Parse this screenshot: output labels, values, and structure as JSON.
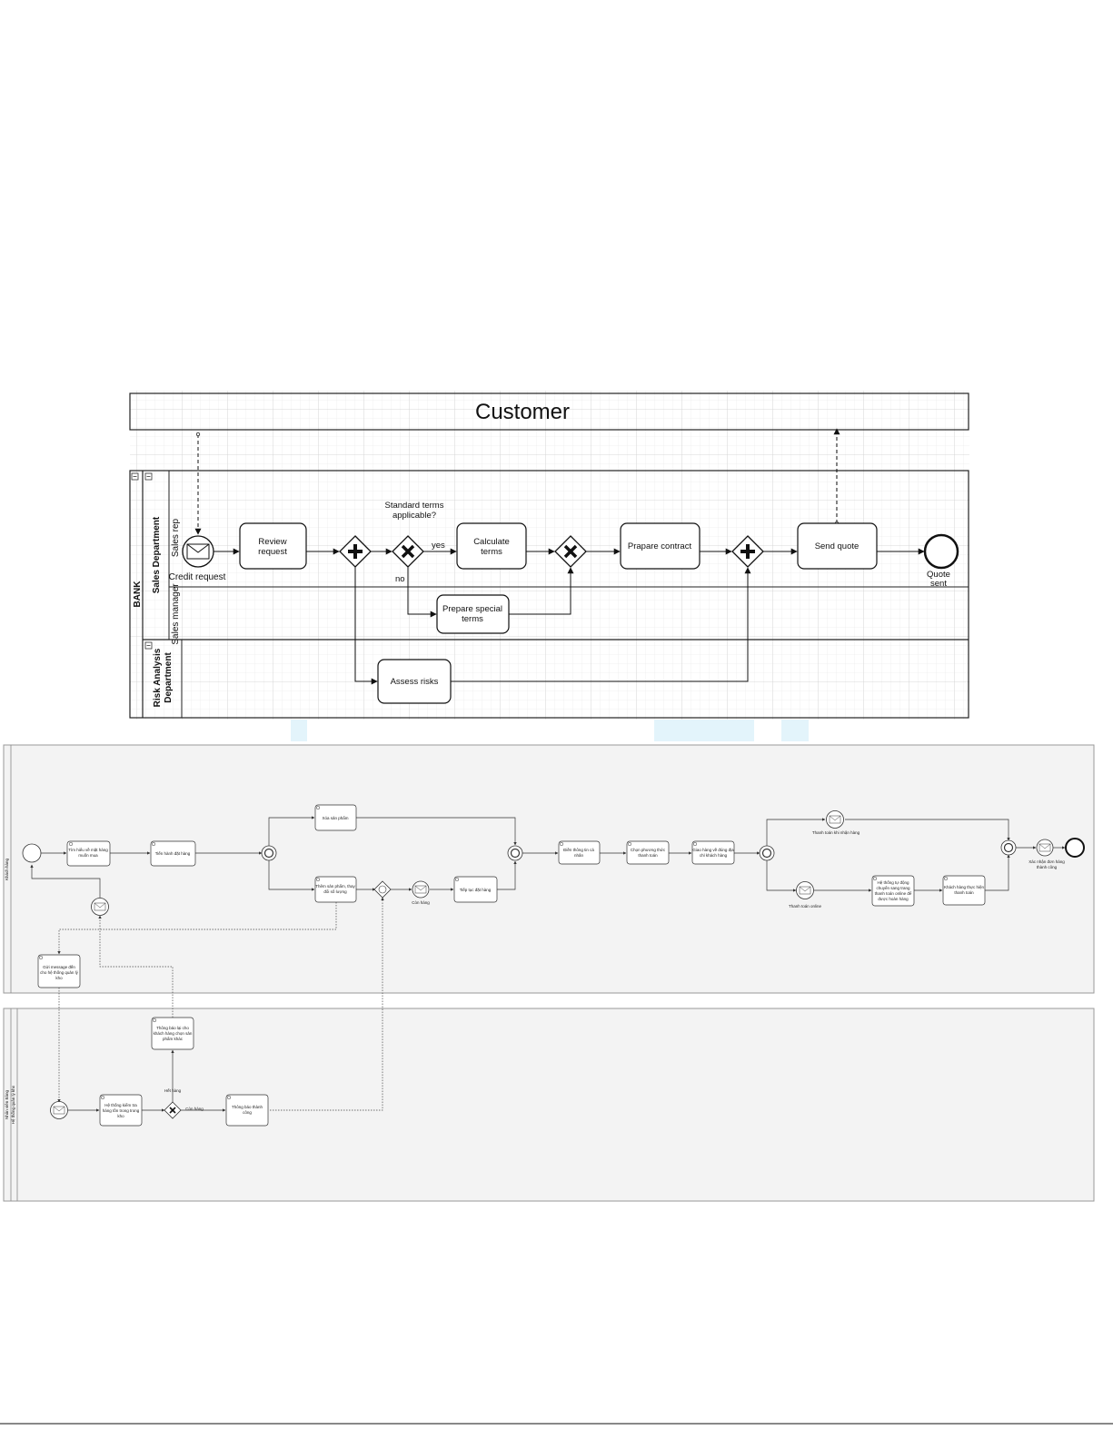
{
  "diagram1": {
    "customer_pool": "Customer",
    "bank_pool": "BANK",
    "sales_department_lane": "Sales Department",
    "sales_rep_lane": "Sales rep",
    "sales_manager_lane": "Sales manager",
    "risk_lane_line1": "Risk Analysis",
    "risk_lane_line2": "Department",
    "start_event_label": "Credit request",
    "tasks": {
      "review_line1": "Review",
      "review_line2": "request",
      "calculate_line1": "Calculate",
      "calculate_line2": "terms",
      "prepare_contract": "Prapare contract",
      "send_quote": "Send quote",
      "special_line1": "Prepare special",
      "special_line2": "terms",
      "assess_risks": "Assess risks"
    },
    "gateway_question_line1": "Standard terms",
    "gateway_question_line2": "applicable?",
    "flow_yes": "yes",
    "flow_no": "no",
    "end_event_line1": "Quote",
    "end_event_line2": "sent"
  },
  "diagram2": {
    "pool1_label": "Khách hàng",
    "pool2_label_1": "Nhân viên Bảng",
    "pool2_label_2": "Hệ thống quản lý kho",
    "tasks": {
      "t1_l1": "Tìm hiểu về mặt hàng",
      "t1_l2": "muốn mua",
      "t2": "Tiến hành đặt hàng",
      "t3": "Xóa sản phẩm",
      "t4_l1": "Thêm sản phẩm, thay",
      "t4_l2": "đổi số lượng",
      "t5": "Tiếp tục đặt hàng",
      "t6_l1": "Điền thông tin cá",
      "t6_l2": "nhân",
      "t7_l1": "Chọn phương thức",
      "t7_l2": "thanh toán",
      "t8_l1": "Giao hàng về đúng địa",
      "t8_l2": "chỉ khách hàng",
      "t9_l1": "Hệ thống tự động",
      "t9_l2": "chuyển sang trang",
      "t9_l3": "thanh toán online để",
      "t9_l4": "được hoàn hàng",
      "t10_l1": "Khách hàng thực hiện",
      "t10_l2": "thanh toán",
      "t11_l1": "Gửi message đến",
      "t11_l2": "cho hệ thống quản lý",
      "t11_l3": "kho",
      "t12_l1": "Hệ thống kiểm tra",
      "t12_l2": "hàng tồn trong trong",
      "t12_l3": "kho",
      "t13_l1": "Thông báo lại cho",
      "t13_l2": "khách hàng chọn sản",
      "t13_l3": "phẩm khác",
      "t14_l1": "Thông báo thành",
      "t14_l2": "công"
    },
    "events": {
      "con_hang": "Còn hàng",
      "thanh_toan_nhan_hang": "Thanh toán khi nhận hàng",
      "thanh_toan_online": "Thanh toán online",
      "xac_nhan_l1": "Xác nhận đơn hàng",
      "xac_nhan_l2": "thành công",
      "het_hang": "Hết hàng",
      "con_hang_2": "Còn hàng"
    }
  },
  "colors": {
    "grid": "#dddddd",
    "stroke": "#111111",
    "pool_fill": "#f3f3f3",
    "watermark": "#e2f3fb"
  }
}
